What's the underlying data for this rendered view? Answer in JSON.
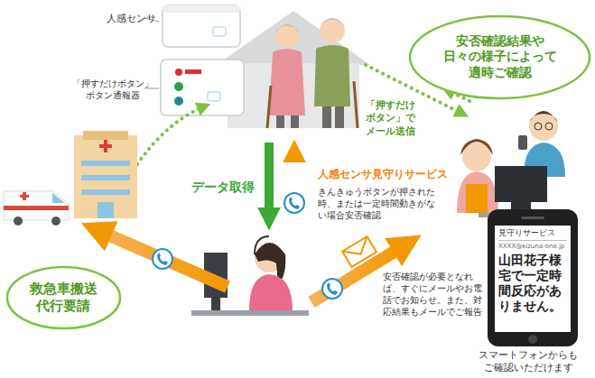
{
  "diagram": {
    "nodes": [
      {
        "text": [
          "安否確認結果や 日々の様子によって 適時ご確認"
        ]
      },
      {
        "text": [
          "救急車搬送 代行要請"
        ]
      },
      {
        "text": [
          "見守りサービス",
          "XXXX@kizuna-one.jp",
          "山田花子様宅で一定時間反応がありません。"
        ]
      }
    ],
    "labels": [
      "人感センサ",
      "「押すだけボタン」 ボタン通報器",
      "「押すだけ ボタン」で メール送信",
      "データ取得",
      "人感センサ見守りサービス",
      "きんきゅうボタンが押された時、または一定時間動きがない場合安否確認",
      "安否確認が必要となれば、すぐにメールやお電話でお知らせ。また、対応結果もメールでご報告",
      "スマートフォンからも ご確認いただけます"
    ]
  }
}
